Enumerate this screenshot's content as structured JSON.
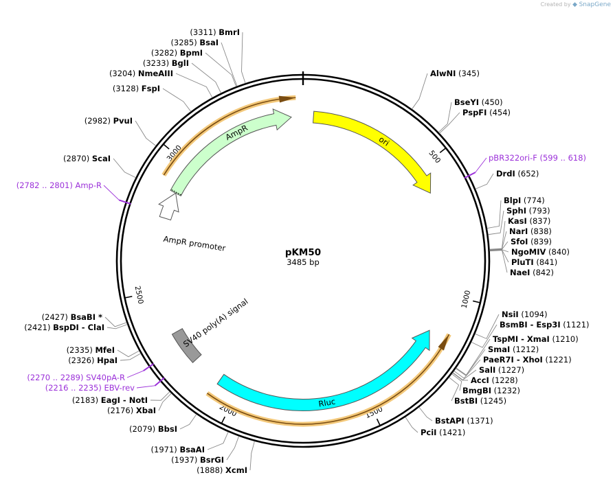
{
  "credit": {
    "prefix": "Created by",
    "brand": "SnapGene"
  },
  "plasmid": {
    "name": "pKM50",
    "size_label": "3485 bp",
    "length": 3485
  },
  "ticks": [
    {
      "pos": 500,
      "label": "500"
    },
    {
      "pos": 1000,
      "label": "1000"
    },
    {
      "pos": 1500,
      "label": "1500"
    },
    {
      "pos": 2000,
      "label": "2000"
    },
    {
      "pos": 2500,
      "label": "2500"
    },
    {
      "pos": 3000,
      "label": "3000"
    }
  ],
  "features": [
    {
      "id": "ori",
      "label": "ori",
      "color": "#ffff00",
      "start": 40,
      "end": 600,
      "strand": 1
    },
    {
      "id": "rluc",
      "label": "Rluc",
      "color": "#00ffff",
      "start": 1150,
      "end": 2080,
      "strand": -1
    },
    {
      "id": "sv40",
      "label": "SV40 poly(A) signal",
      "color": "#999999",
      "start": 2200,
      "end": 2330,
      "strand": 0
    },
    {
      "id": "ampr-promoter",
      "label": "AmpR promoter",
      "color": "#ffffff",
      "start": 2780,
      "end": 2885,
      "strand": 1
    },
    {
      "id": "ampr",
      "label": "AmpR",
      "color": "#ccffcc",
      "start": 2885,
      "end": 3440,
      "strand": 1
    }
  ],
  "orfs": [
    {
      "id": "orf-top",
      "start": 2920,
      "end": 3460,
      "strand": 1
    },
    {
      "id": "orf-bottom",
      "start": 1130,
      "end": 2090,
      "strand": -1
    }
  ],
  "primers": [
    {
      "name": "pBR322ori-F",
      "range": "(599 .. 618)",
      "pos": 608,
      "side": "right"
    },
    {
      "name": "Amp-R",
      "range": "(2782 .. 2801)",
      "pos": 2791,
      "side": "left"
    },
    {
      "name": "SV40pA-R",
      "range": "(2270 .. 2289)",
      "pos": 2279,
      "side": "left"
    },
    {
      "name": "EBV-rev",
      "range": "(2216 .. 2235)",
      "pos": 2225,
      "side": "left"
    }
  ],
  "sites": [
    {
      "name": "AlwNI",
      "pos": "(345)",
      "p": 345,
      "side": "right"
    },
    {
      "name": "BseYI",
      "pos": "(450)",
      "p": 450,
      "side": "right"
    },
    {
      "name": "PspFI",
      "pos": "(454)",
      "p": 454,
      "side": "right"
    },
    {
      "name": "DrdI",
      "pos": "(652)",
      "p": 652,
      "side": "right"
    },
    {
      "name": "BlpI",
      "pos": "(774)",
      "p": 774,
      "side": "right"
    },
    {
      "name": "SphI",
      "pos": "(793)",
      "p": 793,
      "side": "right"
    },
    {
      "name": "KasI",
      "pos": "(837)",
      "p": 837,
      "side": "right"
    },
    {
      "name": "NarI",
      "pos": "(838)",
      "p": 838,
      "side": "right"
    },
    {
      "name": "SfoI",
      "pos": "(839)",
      "p": 839,
      "side": "right"
    },
    {
      "name": "NgoMIV",
      "pos": "(840)",
      "p": 840,
      "side": "right"
    },
    {
      "name": "PluTI",
      "pos": "(841)",
      "p": 841,
      "side": "right"
    },
    {
      "name": "NaeI",
      "pos": "(842)",
      "p": 842,
      "side": "right"
    },
    {
      "name": "NsiI",
      "pos": "(1094)",
      "p": 1094,
      "side": "right"
    },
    {
      "name": "BsmBI  -  Esp3I",
      "pos": "(1121)",
      "p": 1121,
      "side": "right"
    },
    {
      "name": "TspMI  -  XmaI",
      "pos": "(1210)",
      "p": 1210,
      "side": "right"
    },
    {
      "name": "SmaI",
      "pos": "(1212)",
      "p": 1212,
      "side": "right"
    },
    {
      "name": "PaeR7I  -  XhoI",
      "pos": "(1221)",
      "p": 1221,
      "side": "right"
    },
    {
      "name": "SalI",
      "pos": "(1227)",
      "p": 1227,
      "side": "right"
    },
    {
      "name": "AccI",
      "pos": "(1228)",
      "p": 1228,
      "side": "right"
    },
    {
      "name": "BmgBI",
      "pos": "(1232)",
      "p": 1232,
      "side": "right"
    },
    {
      "name": "BstBI",
      "pos": "(1245)",
      "p": 1245,
      "side": "right"
    },
    {
      "name": "BstAPI",
      "pos": "(1371)",
      "p": 1371,
      "side": "right"
    },
    {
      "name": "PciI",
      "pos": "(1421)",
      "p": 1421,
      "side": "right"
    },
    {
      "name": "XcmI",
      "pos": "(1888)",
      "p": 1888,
      "side": "left"
    },
    {
      "name": "BsrGI",
      "pos": "(1937)",
      "p": 1937,
      "side": "left"
    },
    {
      "name": "BsaAI",
      "pos": "(1971)",
      "p": 1971,
      "side": "left"
    },
    {
      "name": "BbsI",
      "pos": "(2079)",
      "p": 2079,
      "side": "left"
    },
    {
      "name": "XbaI",
      "pos": "(2176)",
      "p": 2176,
      "side": "left"
    },
    {
      "name": "EagI  -  NotI",
      "pos": "(2183)",
      "p": 2183,
      "side": "left"
    },
    {
      "name": "HpaI",
      "pos": "(2326)",
      "p": 2326,
      "side": "left"
    },
    {
      "name": "MfeI",
      "pos": "(2335)",
      "p": 2335,
      "side": "left"
    },
    {
      "name": "BspDI  -  ClaI",
      "pos": "(2421)",
      "p": 2421,
      "side": "left"
    },
    {
      "name": "BsaBI *",
      "pos": "(2427)",
      "p": 2427,
      "side": "left"
    },
    {
      "name": "ScaI",
      "pos": "(2870)",
      "p": 2870,
      "side": "left"
    },
    {
      "name": "PvuI",
      "pos": "(2982)",
      "p": 2982,
      "side": "left"
    },
    {
      "name": "FspI",
      "pos": "(3128)",
      "p": 3128,
      "side": "left"
    },
    {
      "name": "NmeAIII",
      "pos": "(3204)",
      "p": 3204,
      "side": "left"
    },
    {
      "name": "BglI",
      "pos": "(3233)",
      "p": 3233,
      "side": "left"
    },
    {
      "name": "BpmI",
      "pos": "(3282)",
      "p": 3282,
      "side": "left"
    },
    {
      "name": "BsaI",
      "pos": "(3285)",
      "p": 3285,
      "side": "left"
    },
    {
      "name": "BmrI",
      "pos": "(3311)",
      "p": 3311,
      "side": "left"
    }
  ]
}
